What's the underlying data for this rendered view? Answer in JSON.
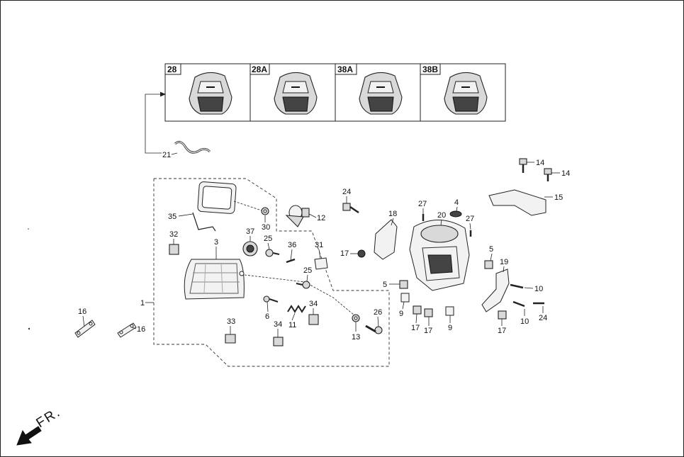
{
  "variants": [
    {
      "code": "28"
    },
    {
      "code": "28A"
    },
    {
      "code": "38A"
    },
    {
      "code": "38B"
    }
  ],
  "callouts": [
    {
      "num": "21"
    },
    {
      "num": "35"
    },
    {
      "num": "30"
    },
    {
      "num": "12"
    },
    {
      "num": "24"
    },
    {
      "num": "32"
    },
    {
      "num": "3"
    },
    {
      "num": "37"
    },
    {
      "num": "25"
    },
    {
      "num": "36"
    },
    {
      "num": "31"
    },
    {
      "num": "25"
    },
    {
      "num": "1"
    },
    {
      "num": "6"
    },
    {
      "num": "34"
    },
    {
      "num": "34"
    },
    {
      "num": "11"
    },
    {
      "num": "33"
    },
    {
      "num": "13"
    },
    {
      "num": "26"
    },
    {
      "num": "16"
    },
    {
      "num": "16"
    },
    {
      "num": "18"
    },
    {
      "num": "17"
    },
    {
      "num": "27"
    },
    {
      "num": "20"
    },
    {
      "num": "4"
    },
    {
      "num": "27"
    },
    {
      "num": "5"
    },
    {
      "num": "9"
    },
    {
      "num": "17"
    },
    {
      "num": "17"
    },
    {
      "num": "9"
    },
    {
      "num": "14"
    },
    {
      "num": "14"
    },
    {
      "num": "15"
    },
    {
      "num": "5"
    },
    {
      "num": "19"
    },
    {
      "num": "10"
    },
    {
      "num": "10"
    },
    {
      "num": "24"
    },
    {
      "num": "17"
    }
  ],
  "direction_label": "FR."
}
